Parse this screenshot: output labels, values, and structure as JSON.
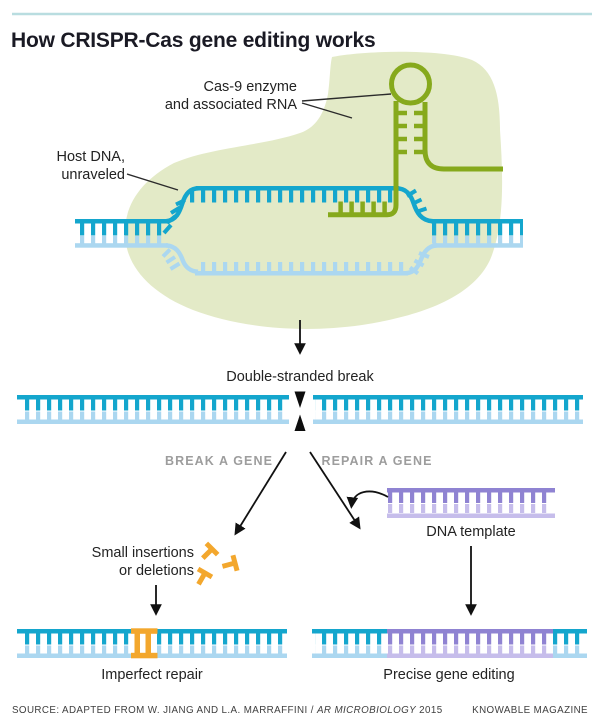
{
  "header": {
    "title": "How CRISPR-Cas gene editing works"
  },
  "diagram": {
    "cas9_label": {
      "line1": "Cas-9 enzyme",
      "line2": "and associated RNA"
    },
    "host_dna_label": {
      "line1": "Host DNA,",
      "line2": "unraveled"
    },
    "break_label": "Double-stranded break",
    "branch_left": "BREAK A GENE",
    "branch_right": "REPAIR A GENE",
    "insertions_label": {
      "line1": "Small insertions",
      "line2": "or deletions"
    },
    "dna_template_label": "DNA template",
    "imperfect_label": "Imperfect repair",
    "precise_label": "Precise gene editing"
  },
  "footer": {
    "source_prefix": "SOURCE: ADAPTED FROM W. JIANG AND L.A. MARRAFFINI / ",
    "source_journal": "AR MICROBIOLOGY",
    "source_suffix": " 2015",
    "credit": "KNOWABLE MAGAZINE"
  },
  "colors": {
    "strand_teal": "#14a6cd",
    "strand_light_blue": "#abd7f0",
    "rna_green": "#86a91c",
    "cell_blob": "#e3eac7",
    "template_purple": "#8f83d2",
    "template_light_purple": "#c6bdeb",
    "insertion_orange": "#f3a72d",
    "branch_gray": "#9d9d9d",
    "rule_teal": "#b9dde0"
  }
}
